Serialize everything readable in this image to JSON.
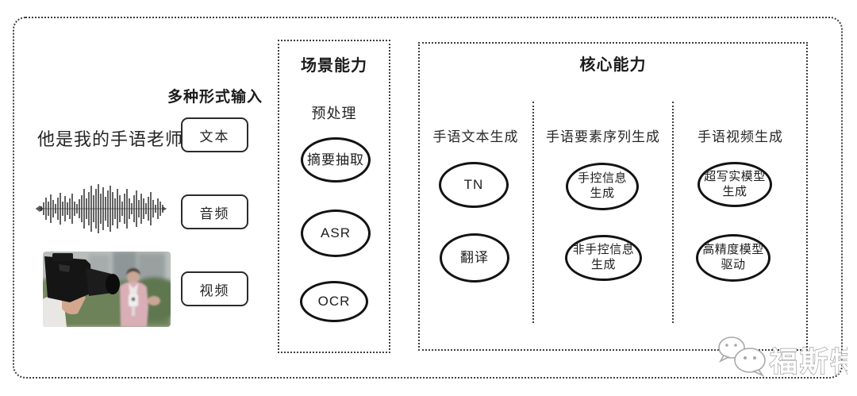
{
  "inputs": {
    "heading": "多种形式输入",
    "sample_text": "他是我的手语老师",
    "types": [
      {
        "label": "文本"
      },
      {
        "label": "音频"
      },
      {
        "label": "视频"
      }
    ]
  },
  "scene_capability": {
    "title": "场景能力",
    "stage_label": "预处理",
    "nodes": [
      {
        "lines": [
          "摘要抽取"
        ]
      },
      {
        "lines": [
          "ASR"
        ]
      },
      {
        "lines": [
          "OCR"
        ]
      }
    ]
  },
  "core_capability": {
    "title": "核心能力",
    "columns": [
      {
        "header": "手语文本生成",
        "nodes": [
          {
            "lines": [
              "TN"
            ]
          },
          {
            "lines": [
              "翻译"
            ]
          }
        ]
      },
      {
        "header": "手语要素序列生成",
        "nodes": [
          {
            "lines": [
              "手控信息",
              "生成"
            ]
          },
          {
            "lines": [
              "非手控信息",
              "生成"
            ]
          }
        ]
      },
      {
        "header": "手语视频生成",
        "nodes": [
          {
            "lines": [
              "超写实模型",
              "生成"
            ]
          },
          {
            "lines": [
              "高精度模型",
              "驱动"
            ]
          }
        ]
      }
    ]
  },
  "watermark": {
    "text": "福斯特",
    "icon": "wechat-logo"
  },
  "colors": {
    "frame_border": "#3f3f3f",
    "node_stroke": "#131313",
    "text": "#1f1f1f",
    "watermark_gray": "#a3a3a3",
    "background": "#ffffff"
  }
}
